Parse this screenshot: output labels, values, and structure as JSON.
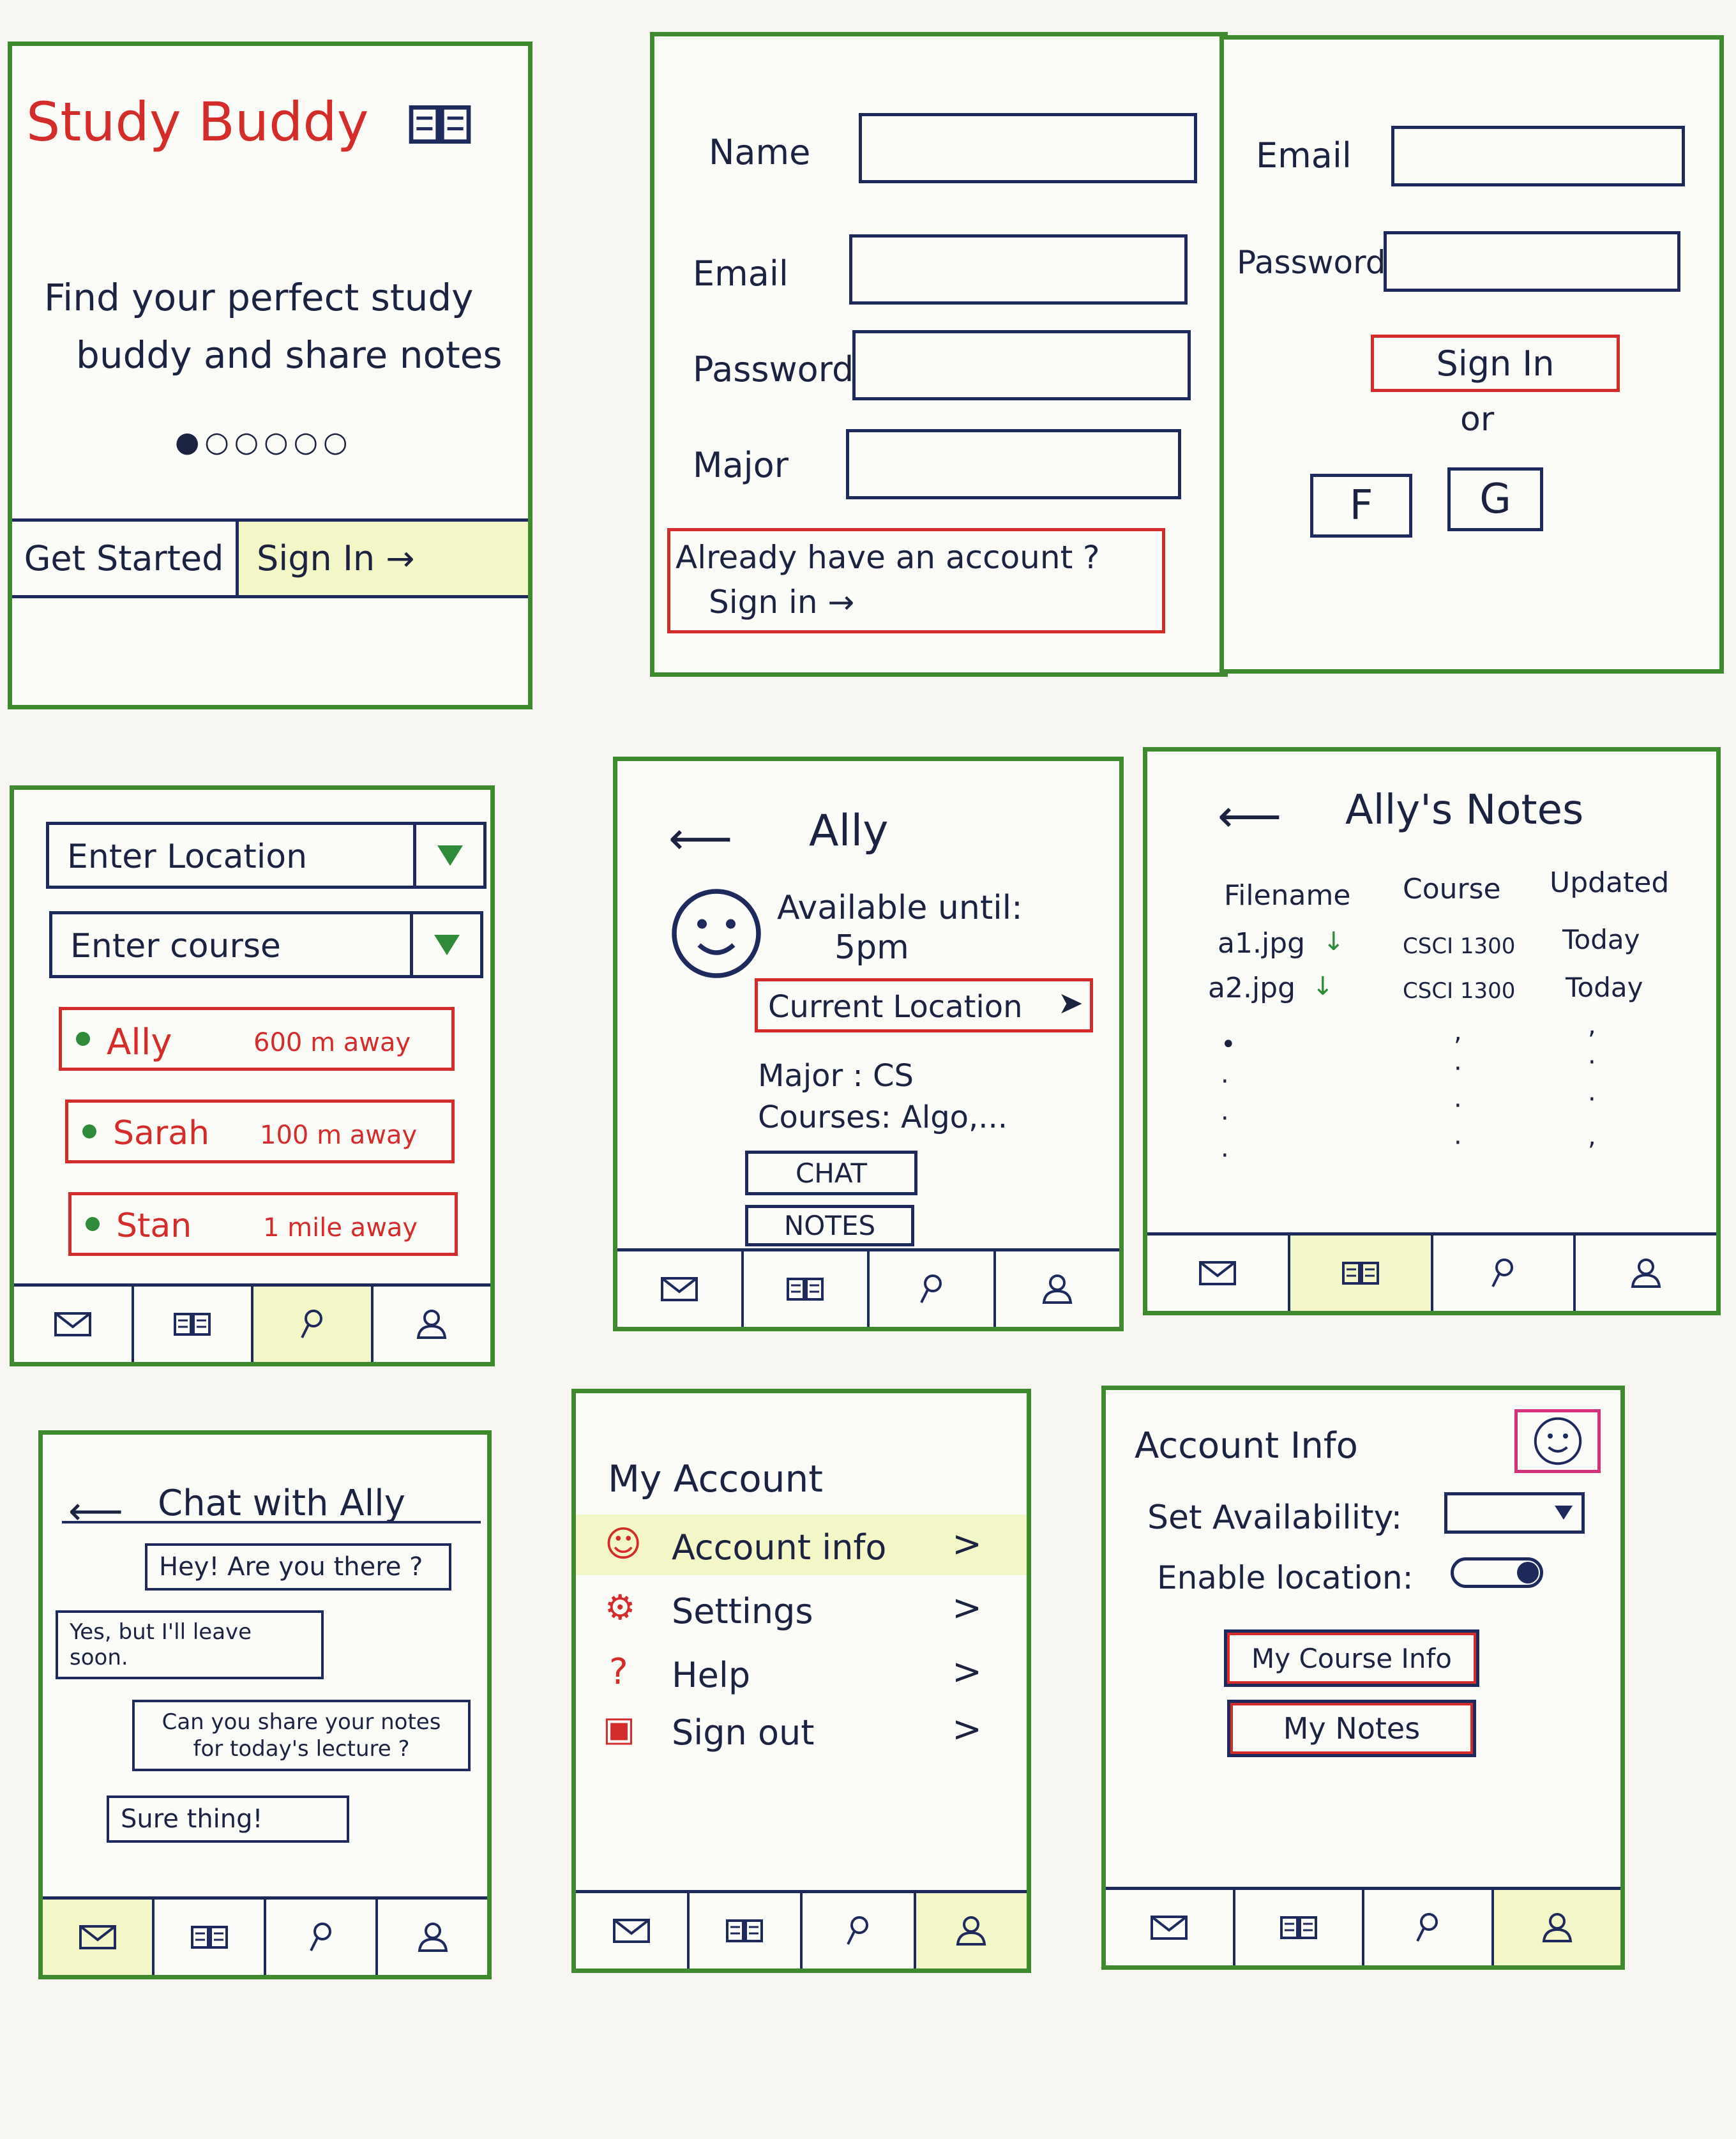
{
  "colors": {
    "frame": "#3f8a2e",
    "ink": "#1f2a5c",
    "accent": "#d42b2b",
    "highlight": "#f3f6c6",
    "online": "#2f8a3a"
  },
  "welcome": {
    "title": "Study Buddy",
    "logo_icon": "open-book-icon",
    "tagline_1": "Find your perfect study",
    "tagline_2": "buddy and share notes",
    "dots": "●○○○○○",
    "get_started": "Get Started",
    "sign_in": "Sign In →"
  },
  "signup": {
    "name_label": "Name",
    "email_label": "Email",
    "password_label": "Password",
    "major_label": "Major",
    "existing_1": "Already have an account ?",
    "existing_2": "Sign in →"
  },
  "signin": {
    "email_label": "Email",
    "password_label": "Password",
    "sign_in_button": "Sign In",
    "or_text": "or",
    "facebook_button": "F",
    "google_button": "G"
  },
  "search": {
    "location_placeholder": "Enter Location",
    "course_placeholder": "Enter course",
    "buddies": [
      {
        "name": "Ally",
        "distance": "600 m away"
      },
      {
        "name": "Sarah",
        "distance": "100 m away"
      },
      {
        "name": "Stan",
        "distance": "1 mile away"
      }
    ]
  },
  "profile": {
    "name": "Ally",
    "avatar_icon": "smiley-face-icon",
    "available_label": "Available until:",
    "available_time": "5pm",
    "location_button": "Current Location",
    "major": "Major : CS",
    "courses": "Courses: Algo,...",
    "chat_button": "CHAT",
    "notes_button": "NOTES"
  },
  "notes": {
    "title": "Ally's Notes",
    "columns": [
      "Filename",
      "Course",
      "Updated"
    ],
    "rows": [
      {
        "file": "a1.jpg",
        "course": "CSCI 1300",
        "updated": "Today"
      },
      {
        "file": "a2.jpg",
        "course": "CSCI 1300",
        "updated": "Today"
      }
    ]
  },
  "chat": {
    "title": "Chat with Ally",
    "messages": [
      "Hey! Are you there ?",
      "Yes, but I'll leave soon.",
      "Can you share your notes for today's lecture ?",
      "Sure thing!"
    ]
  },
  "account": {
    "title": "My Account",
    "items": [
      {
        "label": "Account info",
        "icon": "person-icon"
      },
      {
        "label": "Settings",
        "icon": "gear-icon"
      },
      {
        "label": "Help",
        "icon": "question-icon"
      },
      {
        "label": "Sign out",
        "icon": "exit-icon"
      }
    ]
  },
  "account_info": {
    "title": "Account Info",
    "avatar_icon": "smiley-face-icon",
    "availability_label": "Set Availability:",
    "location_label": "Enable location:",
    "course_info_button": "My Course Info",
    "notes_button": "My Notes"
  },
  "tabs": [
    "mail-icon",
    "book-icon",
    "search-icon",
    "profile-icon"
  ]
}
